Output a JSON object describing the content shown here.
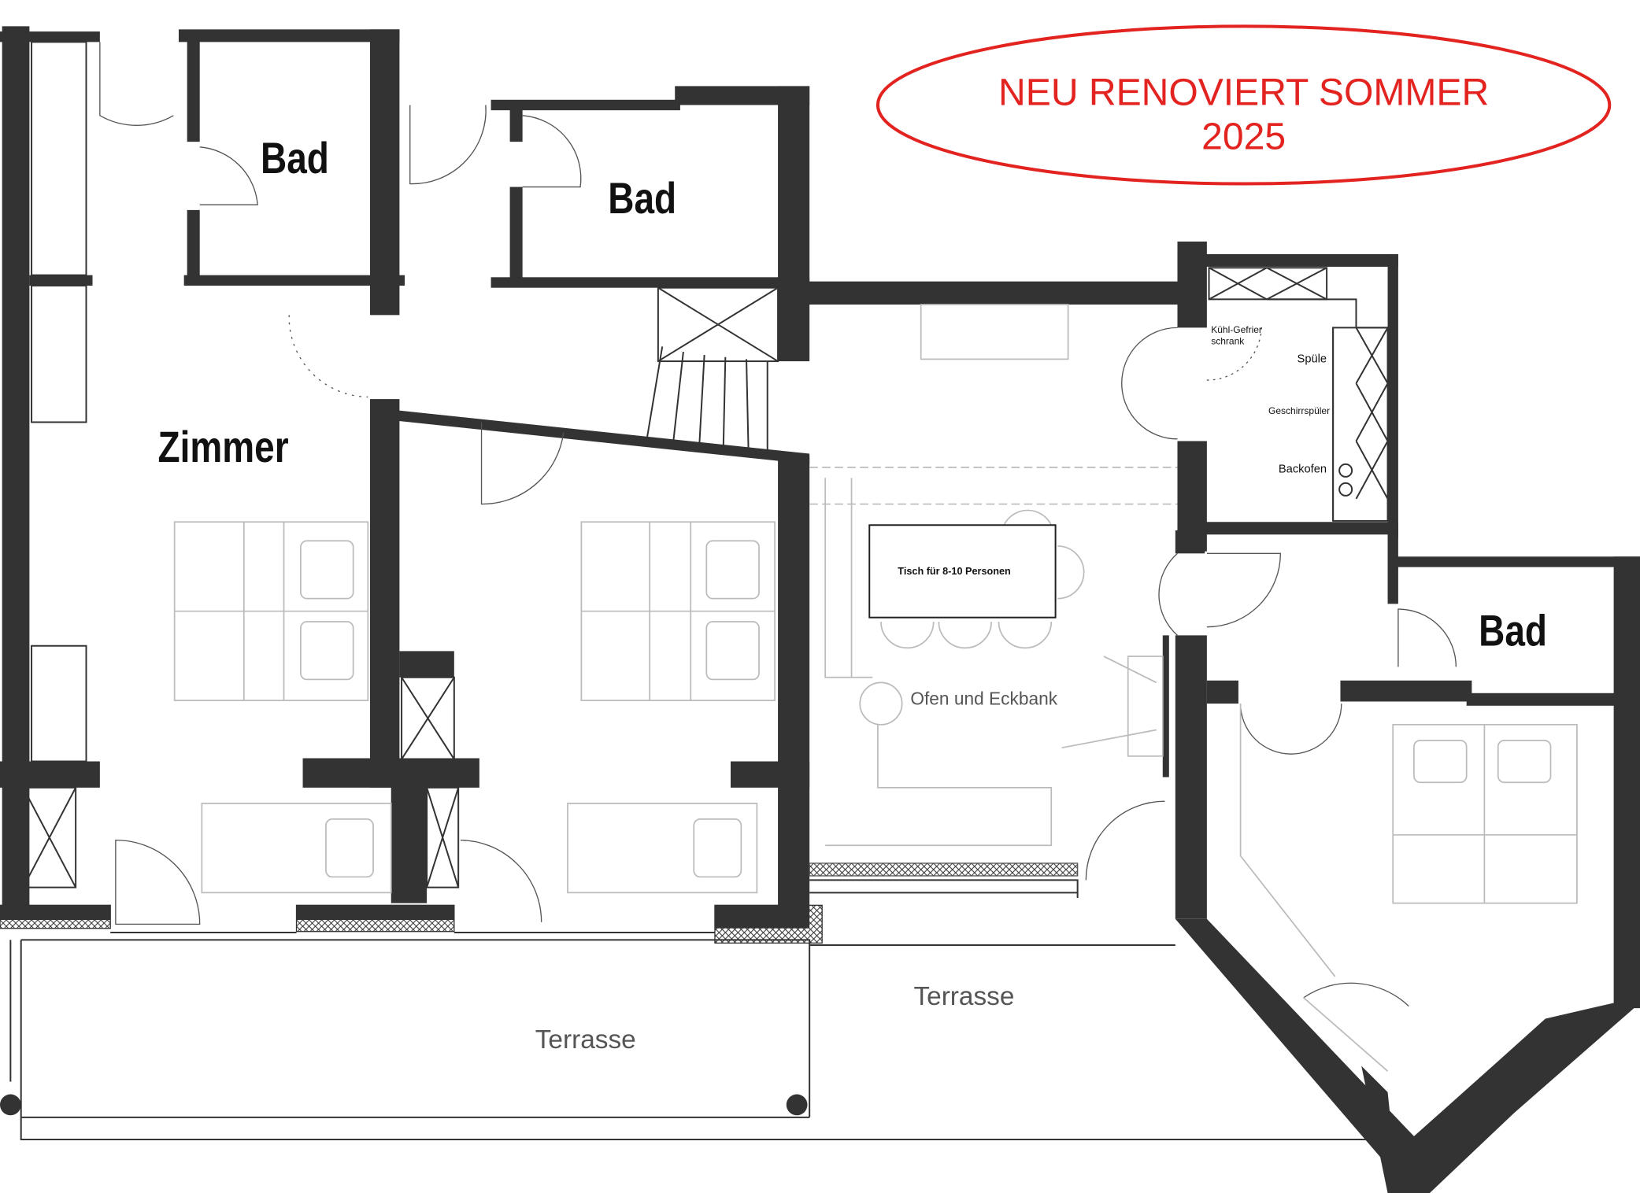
{
  "banner": {
    "line1": "NEU RENOVIERT SOMMER",
    "line2": "2025",
    "color": "#e2231f"
  },
  "rooms": {
    "bad_1": "Bad",
    "bad_2": "Bad",
    "bad_3": "Bad",
    "zimmer": "Zimmer",
    "terrasse_1": "Terrasse",
    "terrasse_2": "Terrasse"
  },
  "kitchen": {
    "fridge_line1": "Kühl-Gefrier",
    "fridge_line2": "schrank",
    "sink": "Spüle",
    "dishwasher": "Geschirrspüler",
    "oven": "Backofen"
  },
  "living": {
    "table": "Tisch für 8-10 Personen",
    "stove": "Ofen und Eckbank"
  }
}
